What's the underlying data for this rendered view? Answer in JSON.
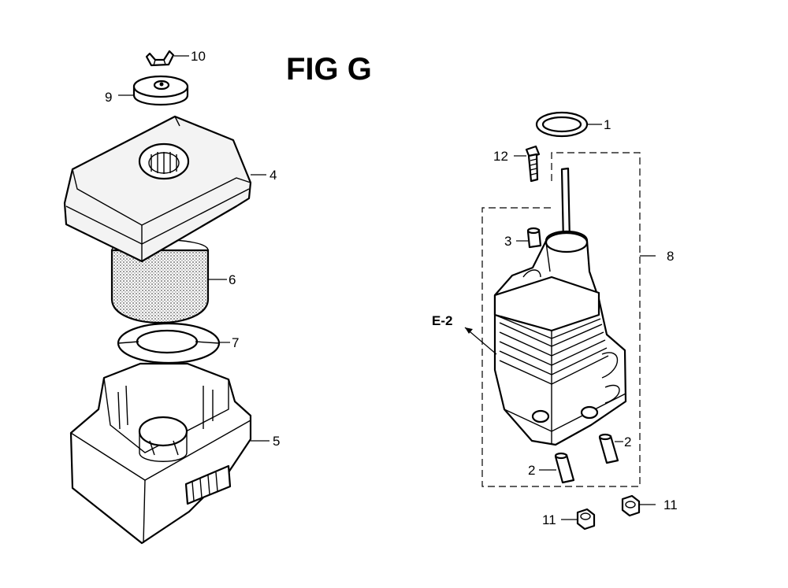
{
  "title": "FIG G",
  "reference": "E-2",
  "callouts": {
    "c1": "1",
    "c2a": "2",
    "c2b": "2",
    "c3": "3",
    "c4": "4",
    "c5": "5",
    "c6": "6",
    "c7": "7",
    "c8": "8",
    "c9": "9",
    "c10": "10",
    "c11a": "11",
    "c11b": "11",
    "c12": "12"
  }
}
